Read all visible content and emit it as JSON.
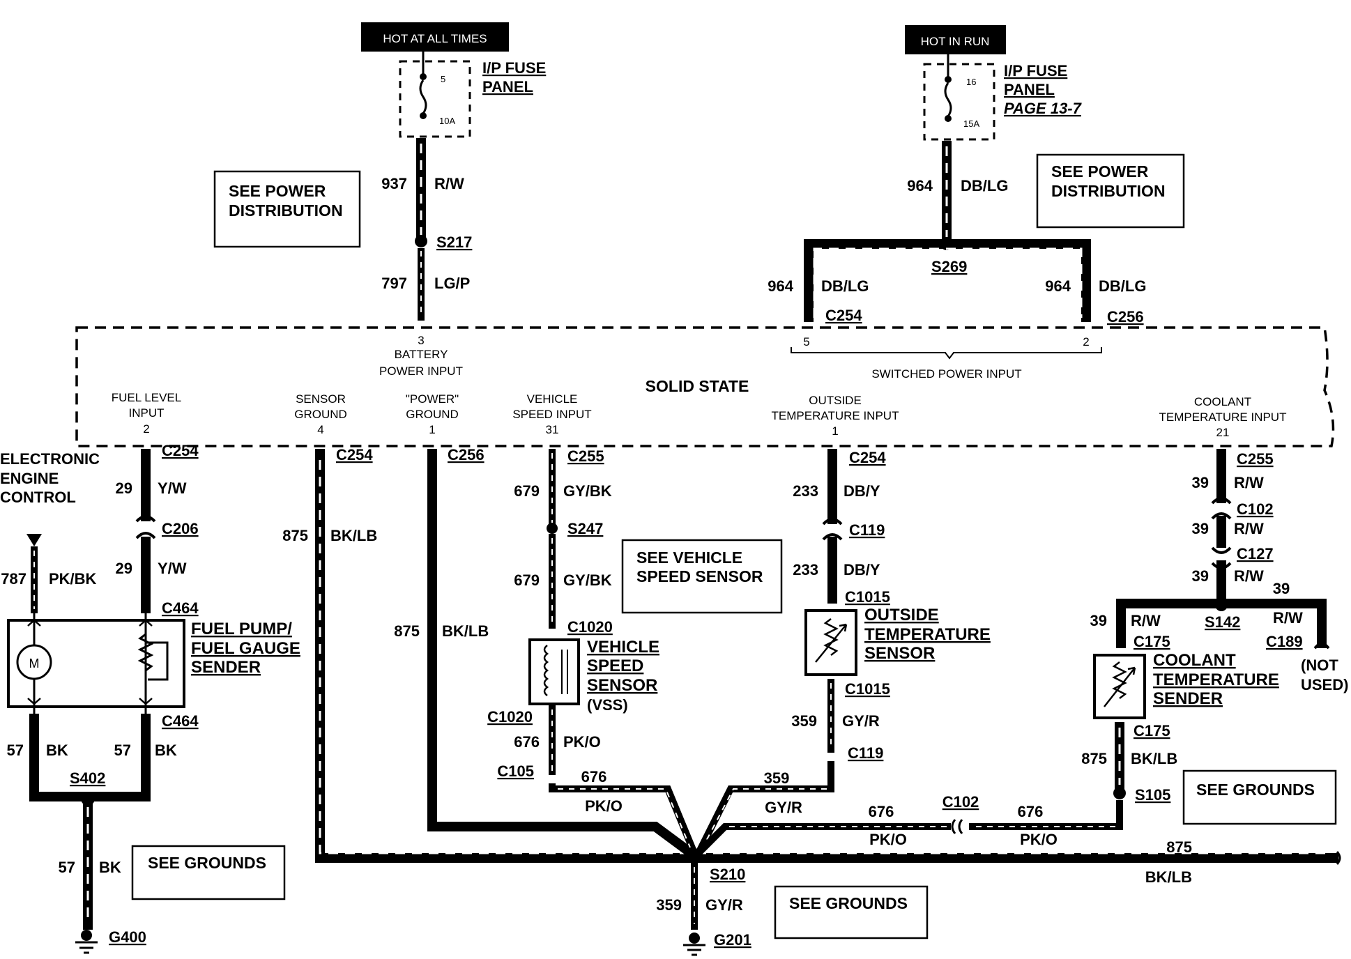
{
  "power_sources": {
    "hot_at_all_times": "HOT AT ALL TIMES",
    "hot_in_run": "HOT IN RUN"
  },
  "fuse_left": {
    "panel_line1": "I/P FUSE",
    "panel_line2": "PANEL",
    "fuse_no": "5",
    "rating": "10A"
  },
  "fuse_right": {
    "panel_line1": "I/P FUSE",
    "panel_line2": "PANEL",
    "page_ref": "PAGE 13-7",
    "fuse_no": "16",
    "rating": "15A"
  },
  "reference_boxes": {
    "power_dist_left_l1": "SEE POWER",
    "power_dist_left_l2": "DISTRIBUTION",
    "power_dist_right_l1": "SEE POWER",
    "power_dist_right_l2": "DISTRIBUTION",
    "vss_l1": "SEE VEHICLE",
    "vss_l2": "SPEED SENSOR",
    "grounds_left": "SEE GROUNDS",
    "grounds_center": "SEE GROUNDS",
    "grounds_right": "SEE GROUNDS"
  },
  "module": {
    "name": "SOLID STATE",
    "battery_pin": "3",
    "battery_label_l1": "BATTERY",
    "battery_label_l2": "POWER INPUT",
    "switched_pin_a": "5",
    "switched_pin_b": "2",
    "switched_label": "SWITCHED POWER INPUT",
    "fuel_level_l1": "FUEL LEVEL",
    "fuel_level_l2": "INPUT",
    "fuel_level_pin": "2",
    "sensor_ground_l1": "SENSOR",
    "sensor_ground_l2": "GROUND",
    "sensor_ground_pin": "4",
    "power_ground_l1": "\"POWER\"",
    "power_ground_l2": "GROUND",
    "power_ground_pin": "1",
    "vss_input_l1": "VEHICLE",
    "vss_input_l2": "SPEED INPUT",
    "vss_input_pin": "31",
    "outside_temp_l1": "OUTSIDE",
    "outside_temp_l2": "TEMPERATURE INPUT",
    "outside_temp_pin": "1",
    "coolant_temp_l1": "COOLANT",
    "coolant_temp_l2": "TEMPERATURE INPUT",
    "coolant_temp_pin": "21"
  },
  "circuits": {
    "c937": "937",
    "c937_color": "R/W",
    "c797": "797",
    "c797_color": "LG/P",
    "c964_top": "964",
    "c964_top_color": "DB/LG",
    "c964_left": "964",
    "c964_left_color": "DB/LG",
    "c964_right": "964",
    "c964_right_color": "DB/LG",
    "c29_a": "29",
    "c29_a_color": "Y/W",
    "c29_b": "29",
    "c29_b_color": "Y/W",
    "c787": "787",
    "c787_color": "PK/BK",
    "c875_a": "875",
    "c875_a_color": "BK/LB",
    "c875_b": "875",
    "c875_b_color": "BK/LB",
    "c875_c": "875",
    "c875_c_color": "BK/LB",
    "c875_d": "875",
    "c875_d_color": "BK/LB",
    "c679_a": "679",
    "c679_a_color": "GY/BK",
    "c679_b": "679",
    "c679_b_color": "GY/BK",
    "c676_a": "676",
    "c676_a_color": "PK/O",
    "c676_b": "676",
    "c676_b_color": "PK/O",
    "c676_c": "676",
    "c676_c_color": "PK/O",
    "c676_d": "676",
    "c676_d_color": "PK/O",
    "c233_a": "233",
    "c233_a_color": "DB/Y",
    "c233_b": "233",
    "c233_b_color": "DB/Y",
    "c359_a": "359",
    "c359_a_color": "GY/R",
    "c359_b": "359",
    "c359_b_color": "GY/R",
    "c359_c": "359",
    "c359_c_color": "GY/R",
    "c39_a": "39",
    "c39_a_color": "R/W",
    "c39_b": "39",
    "c39_b_color": "R/W",
    "c39_c": "39",
    "c39_c_color": "R/W",
    "c39_d": "39",
    "c39_d_color": "R/W",
    "c39_e": "39",
    "c39_e_color": "R/W",
    "c57_a": "57",
    "c57_a_color": "BK",
    "c57_b": "57",
    "c57_b_color": "BK",
    "c57_c": "57",
    "c57_c_color": "BK"
  },
  "connectors": {
    "s217": "S217",
    "s269": "S269",
    "c254_top": "C254",
    "c256_top": "C256",
    "c254_fuel": "C254",
    "c206": "C206",
    "c464_top": "C464",
    "c464_bot": "C464",
    "s402": "S402",
    "g400": "G400",
    "c254_sensor": "C254",
    "c256_power": "C256",
    "c255_vss": "C255",
    "s247": "S247",
    "c1020_top": "C1020",
    "c1020_bot": "C1020",
    "c105": "C105",
    "c254_temp": "C254",
    "c119_top": "C119",
    "c1015_top": "C1015",
    "c1015_bot": "C1015",
    "c119_bot": "C119",
    "c255_cool": "C255",
    "c102_top": "C102",
    "c127": "C127",
    "s142": "S142",
    "c175_top": "C175",
    "c189": "C189",
    "c175_bot": "C175",
    "s105": "S105",
    "c102_bot": "C102",
    "s210": "S210",
    "g201": "G201"
  },
  "components": {
    "eec_l1": "ELECTRONIC",
    "eec_l2": "ENGINE",
    "eec_l3": "CONTROL",
    "pump_l1": "FUEL PUMP/",
    "pump_l2": "FUEL GAUGE",
    "pump_l3": "SENDER",
    "motor": "M",
    "vss_l1": "VEHICLE",
    "vss_l2": "SPEED",
    "vss_l3": "SENSOR",
    "vss_l4": "(VSS)",
    "ots_l1": "OUTSIDE",
    "ots_l2": "TEMPERATURE",
    "ots_l3": "SENSOR",
    "cts_l1": "COOLANT",
    "cts_l2": "TEMPERATURE",
    "cts_l3": "SENDER",
    "not_used_l1": "(NOT",
    "not_used_l2": "USED)"
  }
}
